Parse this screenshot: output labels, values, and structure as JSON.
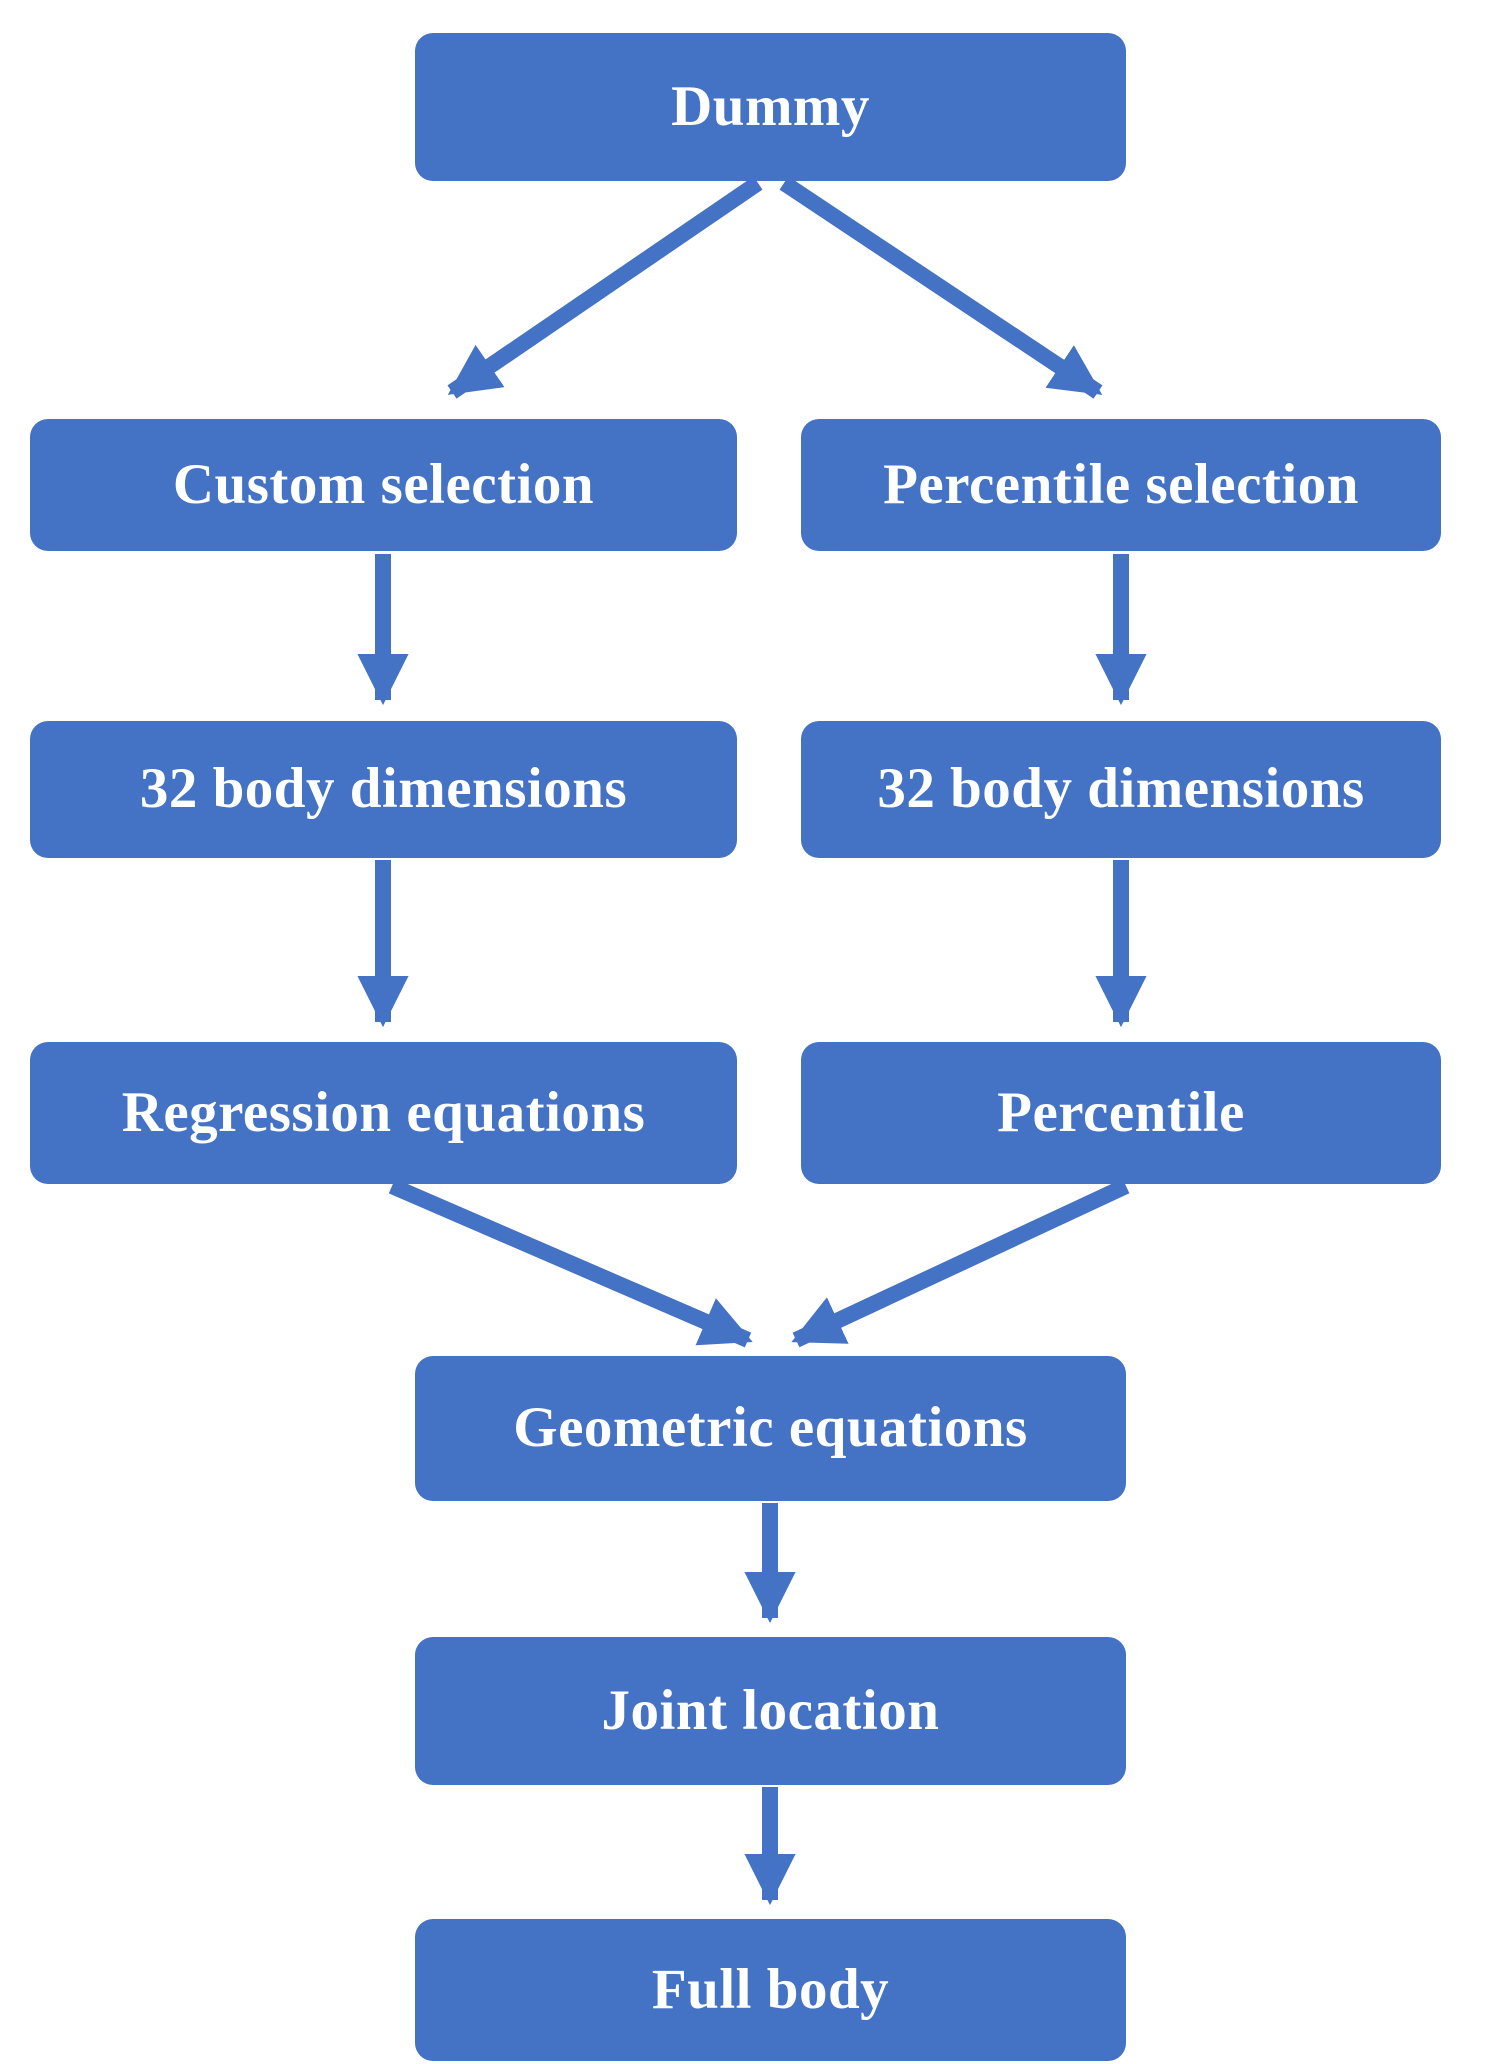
{
  "diagram": {
    "type": "flowchart",
    "colors": {
      "node_fill": "#4472C4",
      "node_text": "#FFFFFF",
      "arrow": "#4472C4",
      "background": "#FFFFFF"
    },
    "nodes": [
      {
        "id": "dummy",
        "label": "Dummy"
      },
      {
        "id": "custom-selection",
        "label": "Custom selection"
      },
      {
        "id": "percentile-selection",
        "label": "Percentile selection"
      },
      {
        "id": "body-dimensions-left",
        "label": "32 body dimensions"
      },
      {
        "id": "body-dimensions-right",
        "label": "32 body dimensions"
      },
      {
        "id": "regression-equations",
        "label": "Regression equations"
      },
      {
        "id": "percentile",
        "label": "Percentile"
      },
      {
        "id": "geometric-equations",
        "label": "Geometric equations"
      },
      {
        "id": "joint-location",
        "label": "Joint location"
      },
      {
        "id": "full-body",
        "label": "Full body"
      }
    ],
    "edges": [
      {
        "from": "dummy",
        "to": "custom-selection"
      },
      {
        "from": "dummy",
        "to": "percentile-selection"
      },
      {
        "from": "custom-selection",
        "to": "body-dimensions-left"
      },
      {
        "from": "percentile-selection",
        "to": "body-dimensions-right"
      },
      {
        "from": "body-dimensions-left",
        "to": "regression-equations"
      },
      {
        "from": "body-dimensions-right",
        "to": "percentile"
      },
      {
        "from": "regression-equations",
        "to": "geometric-equations"
      },
      {
        "from": "percentile",
        "to": "geometric-equations"
      },
      {
        "from": "geometric-equations",
        "to": "joint-location"
      },
      {
        "from": "joint-location",
        "to": "full-body"
      }
    ]
  }
}
